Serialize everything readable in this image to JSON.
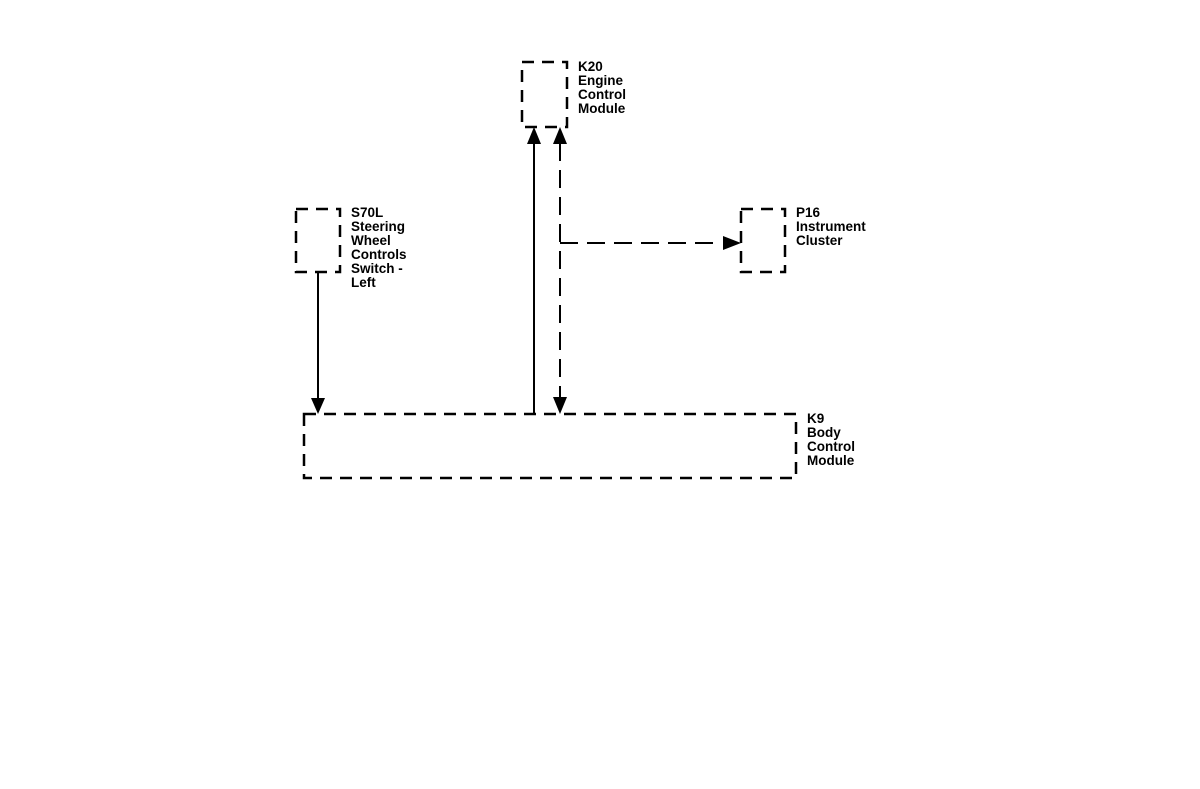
{
  "components": {
    "k20": {
      "lines": [
        "K20",
        "Engine",
        "Control",
        "Module"
      ]
    },
    "s70l": {
      "lines": [
        "S70L",
        "Steering",
        "Wheel",
        "Controls",
        "Switch -",
        "Left"
      ]
    },
    "p16": {
      "lines": [
        "P16",
        "Instrument",
        "Cluster"
      ]
    },
    "k9": {
      "lines": [
        "K9",
        "Body",
        "Control",
        "Module"
      ]
    }
  }
}
